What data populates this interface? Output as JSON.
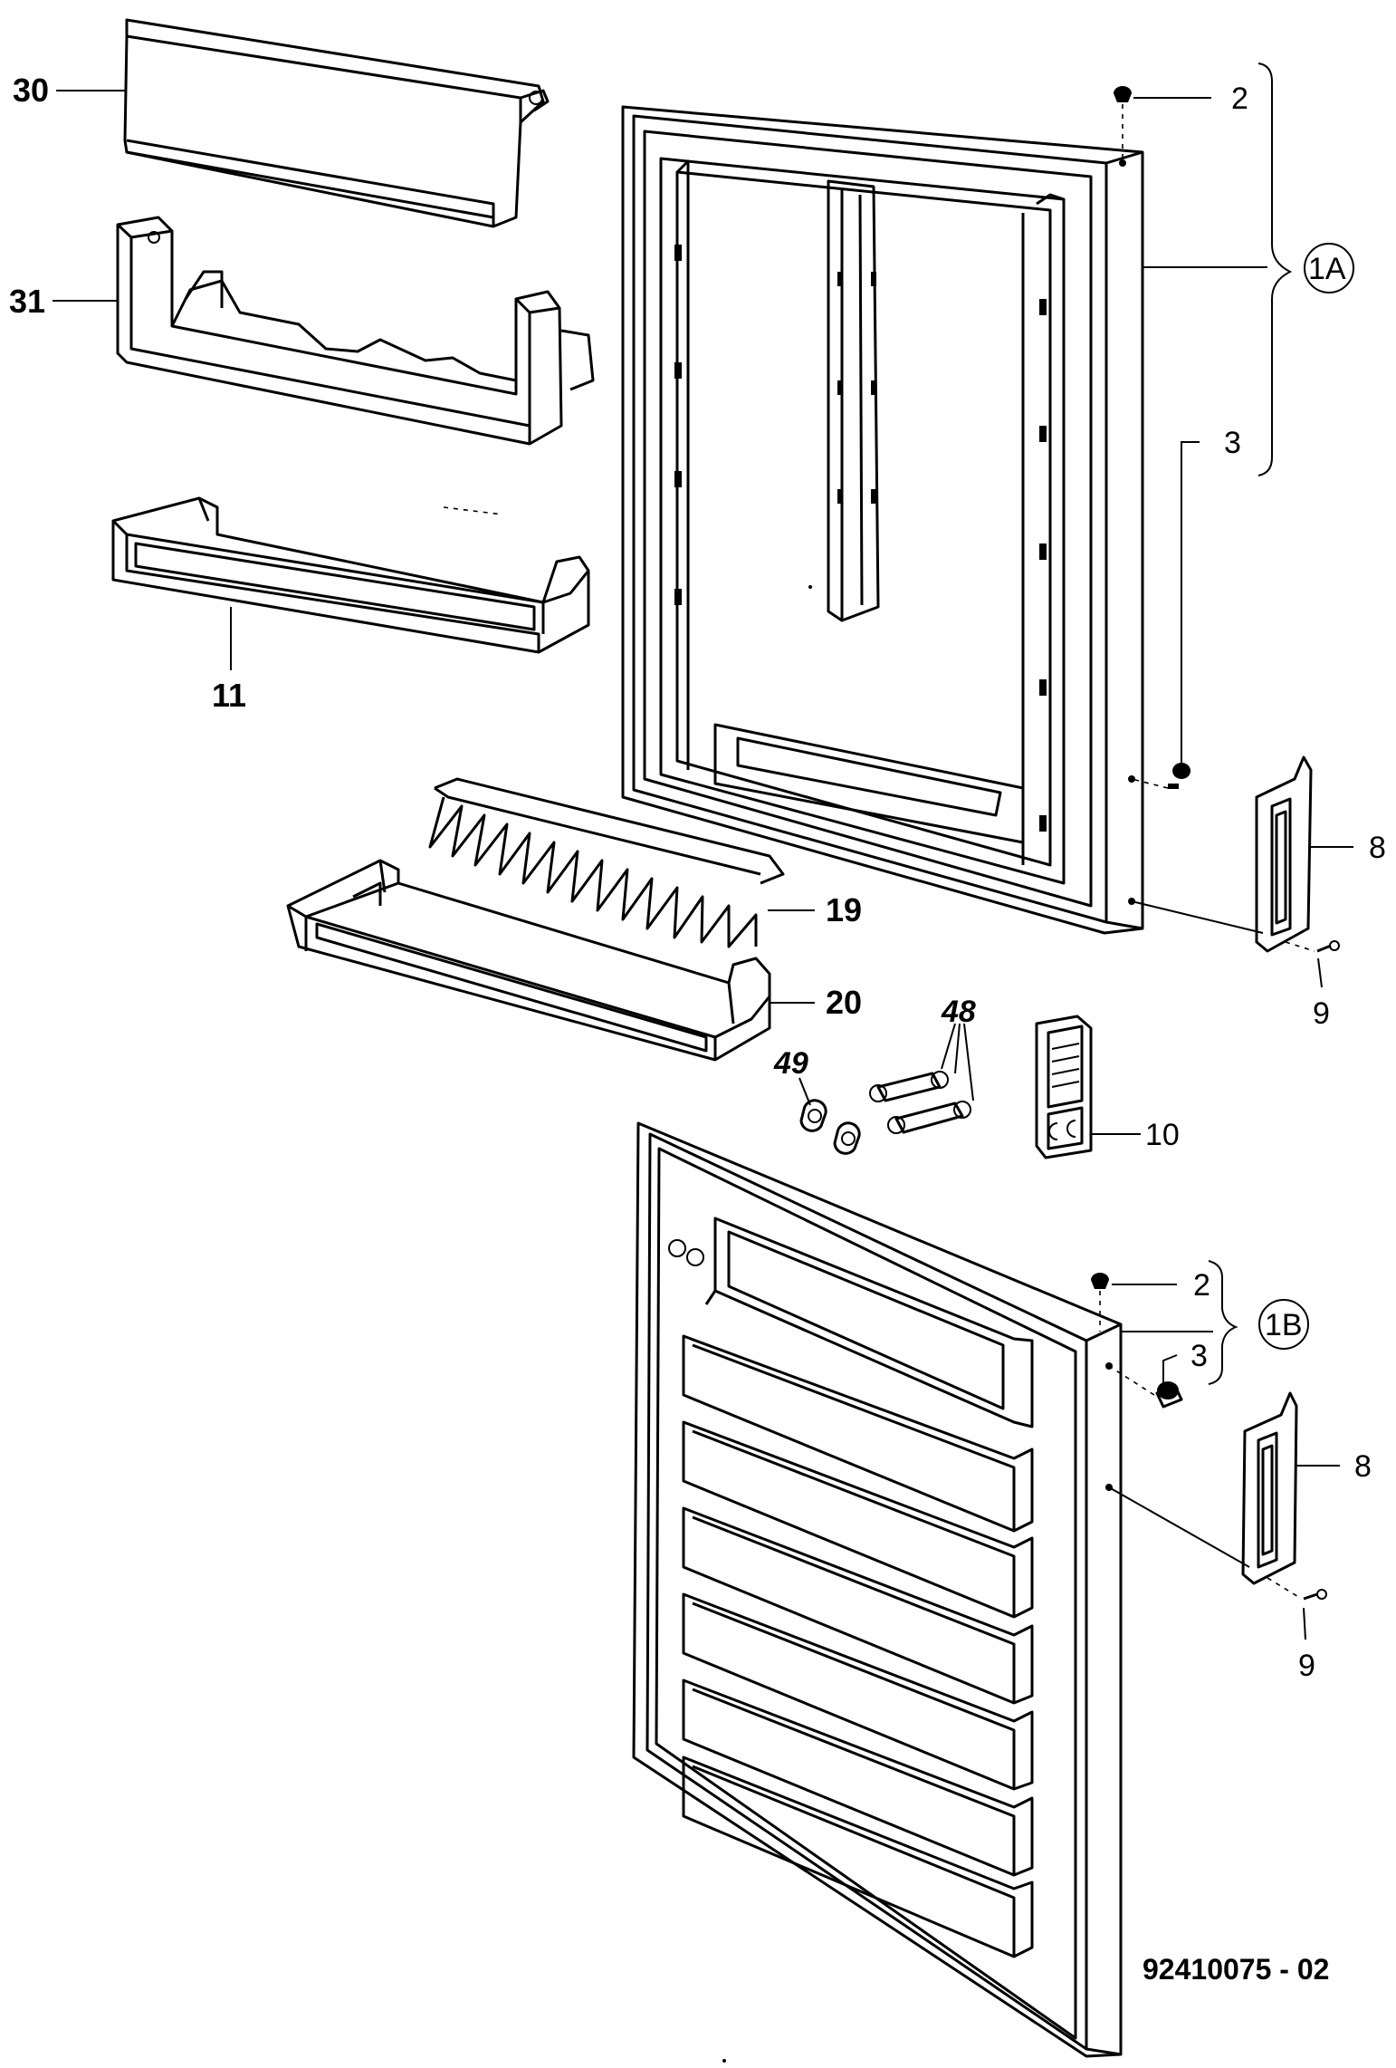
{
  "labels": {
    "p30": "30",
    "p31": "31",
    "p11": "11",
    "p19": "19",
    "p20": "20",
    "p48": "48",
    "p49": "49",
    "p10": "10",
    "p2a": "2",
    "p3a": "3",
    "p1a": "1A",
    "p8a": "8",
    "p9a": "9",
    "p2b": "2",
    "p3b": "3",
    "p1b": "1B",
    "p8b": "8",
    "p9b": "9"
  },
  "drawing_code": "92410075 - 02"
}
